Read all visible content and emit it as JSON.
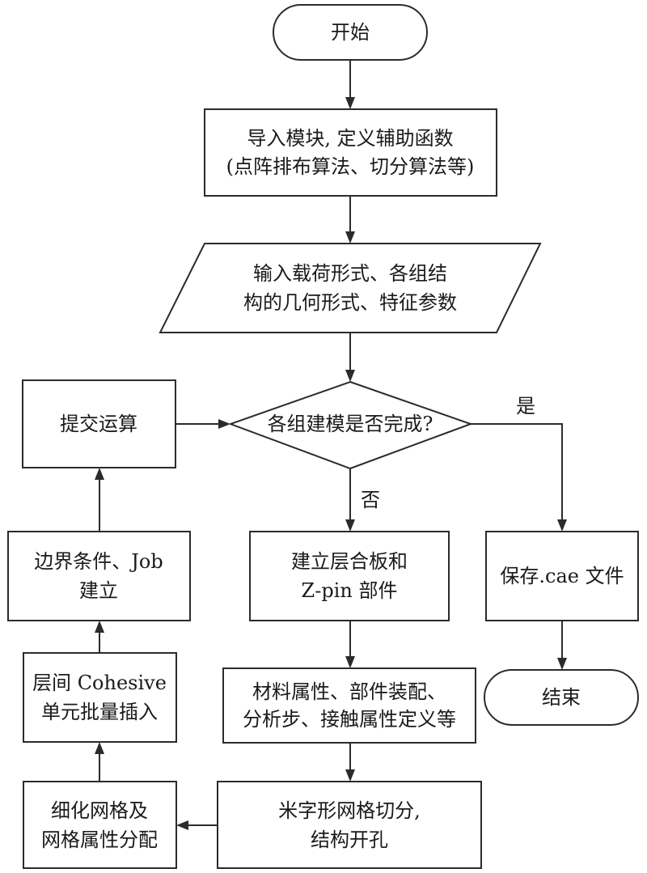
{
  "flowchart": {
    "start": {
      "label": "开始"
    },
    "import_module": {
      "line1": "导入模块, 定义辅助函数",
      "line2": "(点阵排布算法、切分算法等)"
    },
    "input_params": {
      "line1": "输入载荷形式、各组结",
      "line2": "构的几何形式、特征参数"
    },
    "decision": {
      "label": "各组建模是否完成?"
    },
    "yes_label": "是",
    "no_label": "否",
    "submit_job": {
      "label": "提交运算"
    },
    "save_cae": {
      "label": "保存.cae 文件"
    },
    "end": {
      "label": "结束"
    },
    "build_parts": {
      "line1": "建立层合板和",
      "line2": "Z-pin 部件"
    },
    "material_props": {
      "line1": "材料属性、部件装配、",
      "line2": "分析步、接触属性定义等"
    },
    "mesh_partition": {
      "line1": "米字形网格切分,",
      "line2": "结构开孔"
    },
    "refine_mesh": {
      "line1": "细化网格及",
      "line2": "网格属性分配"
    },
    "cohesive_insert": {
      "line1": "层间 Cohesive",
      "line2": "单元批量插入"
    },
    "boundary_job": {
      "line1": "边界条件、Job",
      "line2": "建立"
    }
  }
}
